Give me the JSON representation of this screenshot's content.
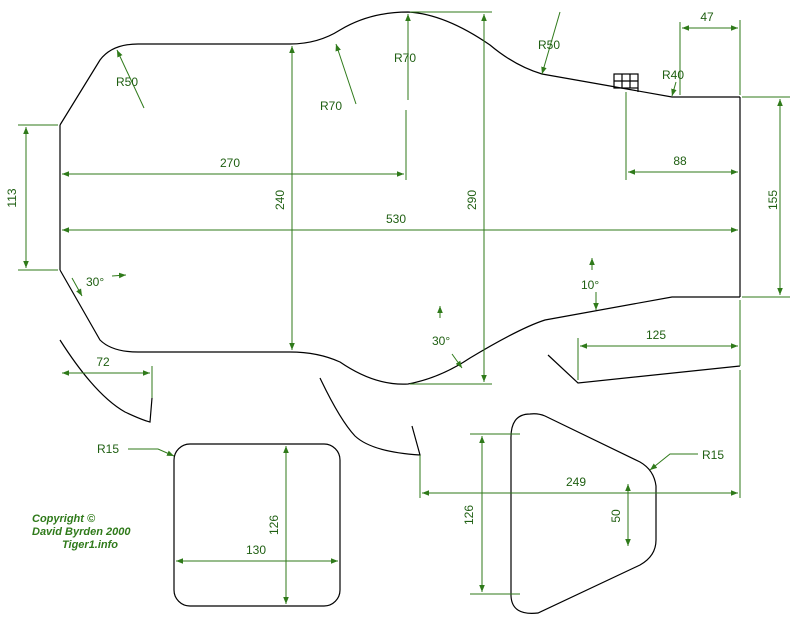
{
  "dimensions": {
    "d113": "113",
    "d270": "270",
    "d240": "240",
    "d290": "290",
    "d530": "530",
    "d155": "155",
    "d88": "88",
    "d47": "47",
    "d72": "72",
    "d125": "125",
    "d126_left": "126",
    "d130": "130",
    "d126_right": "126",
    "d249": "249",
    "d50": "50"
  },
  "radii": {
    "r50_left": "R50",
    "r70_a": "R70",
    "r70_b": "R70",
    "r50_right": "R50",
    "r40": "R40",
    "r15_left": "R15",
    "r15_right": "R15"
  },
  "angles": {
    "a30_left": "30°",
    "a30_bottom": "30°",
    "a10": "10°"
  },
  "copyright": {
    "line1": "Copyright ©",
    "line2": "David Byrden 2000",
    "line3": "Tiger1.info"
  },
  "colors": {
    "outline": "#000000",
    "dimension": "#2f7a1a"
  }
}
